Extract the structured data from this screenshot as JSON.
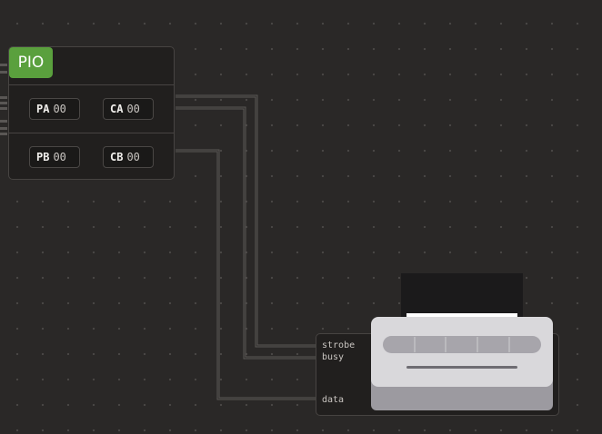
{
  "pio": {
    "title": "PIO",
    "registers": [
      {
        "name": "PA",
        "value": "00"
      },
      {
        "name": "CA",
        "value": "00"
      },
      {
        "name": "PB",
        "value": "00"
      },
      {
        "name": "CB",
        "value": "00"
      }
    ]
  },
  "printer": {
    "ports": {
      "strobe": "strobe",
      "busy": "busy",
      "data": "data"
    }
  },
  "colors": {
    "pio_badge": "#5aa03d",
    "background": "#2a2827",
    "wire": "#5a5755"
  },
  "icons": [
    "printer-icon"
  ]
}
